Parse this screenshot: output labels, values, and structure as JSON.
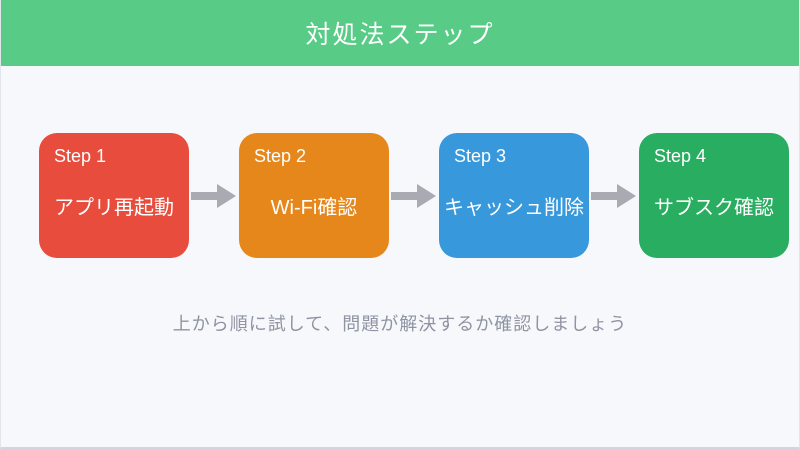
{
  "slide": {
    "title": "対処法ステップ",
    "note": "上から順に試して、問題が解決するか確認しましょう"
  },
  "steps": [
    {
      "label": "Step 1",
      "text": "アプリ再起動",
      "color": "#e74c3c"
    },
    {
      "label": "Step 2",
      "text": "Wi-Fi確認",
      "color": "#e6871c"
    },
    {
      "label": "Step 3",
      "text": "キャッシュ削除",
      "color": "#3798dc"
    },
    {
      "label": "Step 4",
      "text": "サブスク確認",
      "color": "#29ad60"
    }
  ],
  "colors": {
    "header_bg": "#58cb86",
    "header_text": "#ffffff",
    "step_text": "#ffffff",
    "arrow": "#a9aab2",
    "note_text": "#8e94a2",
    "background": "#f6f8fb",
    "border": "#d2d5dd"
  }
}
